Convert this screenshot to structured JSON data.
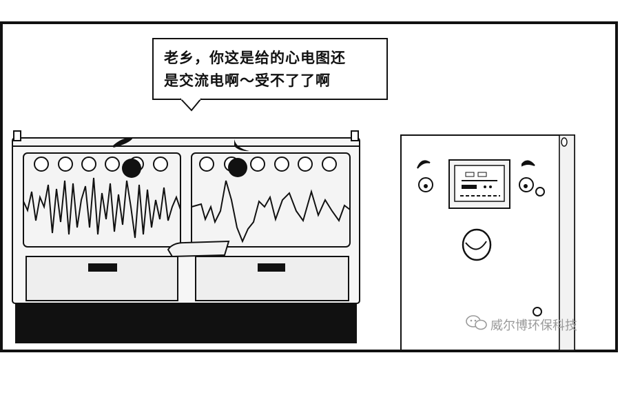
{
  "speech_bubble": {
    "line1": "老乡，你这是给的心电图还",
    "line2": "是交流电啊～受不了了啊"
  },
  "watermark": {
    "text": "威尔博环保科技",
    "icon": "wechat-icon"
  },
  "colors": {
    "ink": "#111111",
    "paper": "#ffffff",
    "panel_fill": "#f4f4f4",
    "watermark": "#9a9a9a"
  }
}
